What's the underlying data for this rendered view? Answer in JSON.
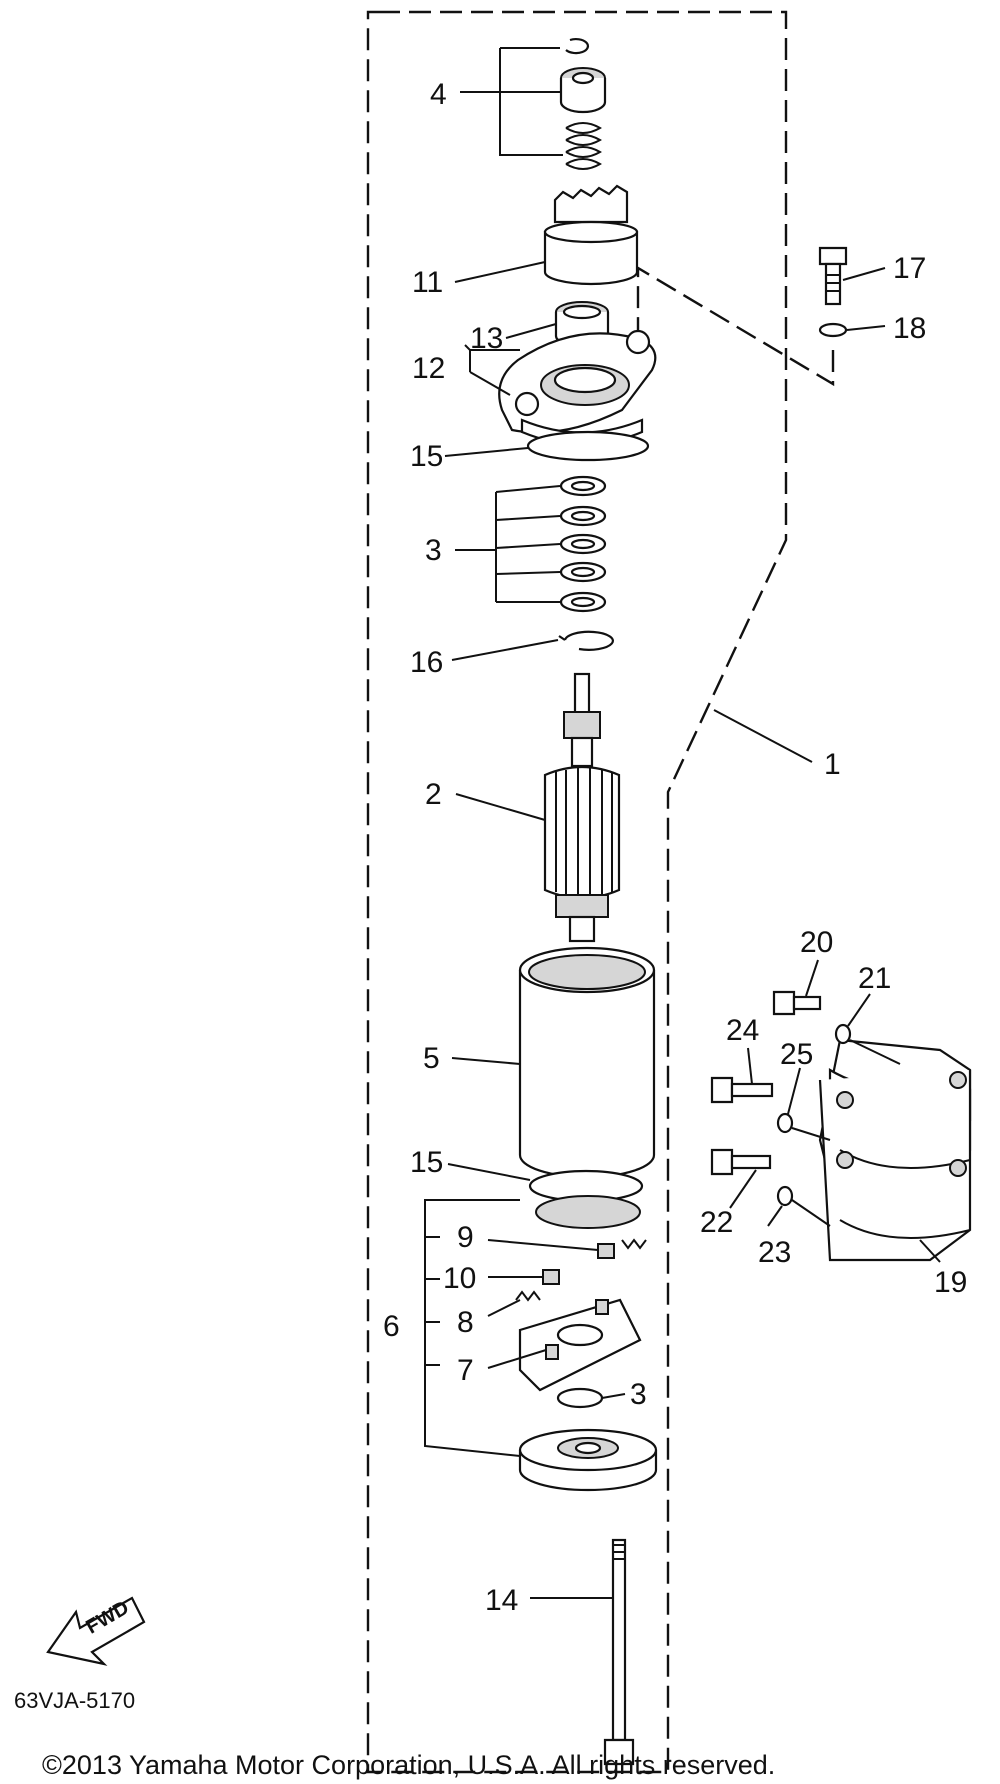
{
  "diagram": {
    "part_numbers": [
      "1",
      "2",
      "3",
      "3",
      "4",
      "5",
      "6",
      "7",
      "8",
      "9",
      "10",
      "11",
      "12",
      "13",
      "14",
      "15",
      "15",
      "16",
      "17",
      "18",
      "19",
      "20",
      "21",
      "22",
      "23",
      "24",
      "25"
    ],
    "arrow_label": "FWD",
    "drawing_code": "63VJA-5170",
    "copyright": "©2013 Yamaha Motor Corporation, U.S.A. All rights reserved."
  }
}
